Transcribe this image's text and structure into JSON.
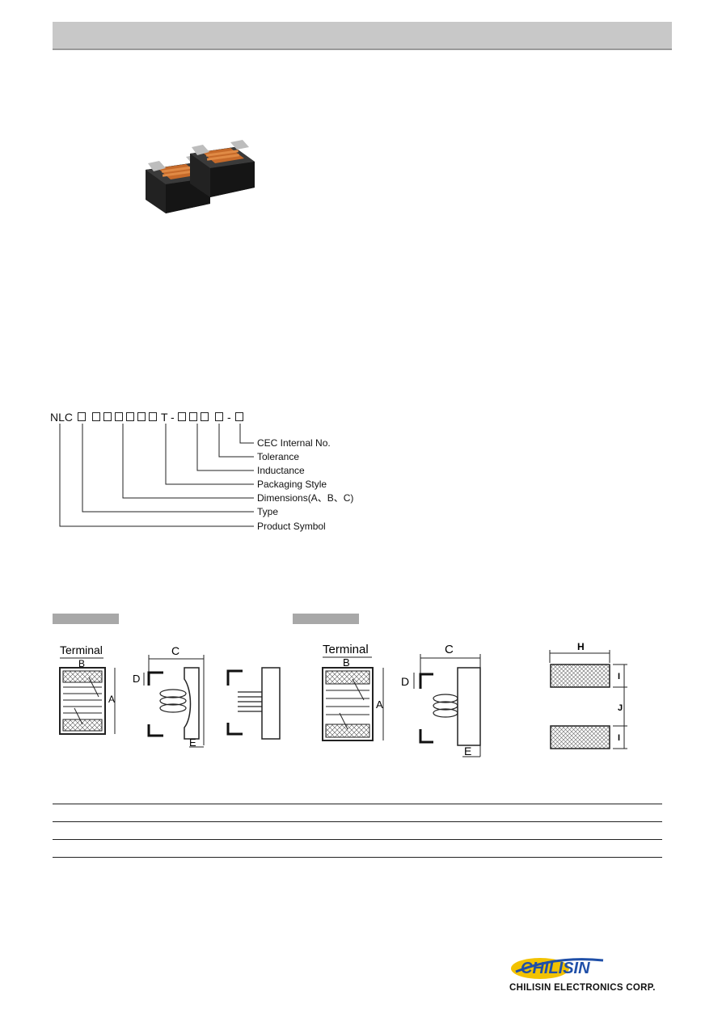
{
  "part_number": {
    "prefix": "NLC",
    "separator_1": "T",
    "dash_1": "-",
    "dash_2": "-",
    "labels": {
      "cec_internal_no": "CEC Internal No.",
      "tolerance": "Tolerance",
      "inductance": "Inductance",
      "packaging_style": "Packaging Style",
      "dimensions": "Dimensions(A、B、C)",
      "type": "Type",
      "product_symbol": "Product Symbol"
    }
  },
  "diagram_left": {
    "terminal": "Terminal",
    "b": "B",
    "a": "A",
    "c": "C",
    "d": "D",
    "e": "E"
  },
  "diagram_right": {
    "terminal": "Terminal",
    "b": "B",
    "a": "A",
    "c": "C",
    "d": "D",
    "e": "E"
  },
  "land_pattern": {
    "h": "H",
    "i_top": "I",
    "j": "J",
    "i_bottom": "I"
  },
  "logo": {
    "wordmark": "CHILISIN",
    "company": "CHILISIN ELECTRONICS CORP."
  },
  "colors": {
    "header_bar": "#c8c8c8",
    "tag": "#a8a8a8",
    "logo_blue": "#1f4fa8",
    "logo_yellow": "#f2c200"
  }
}
